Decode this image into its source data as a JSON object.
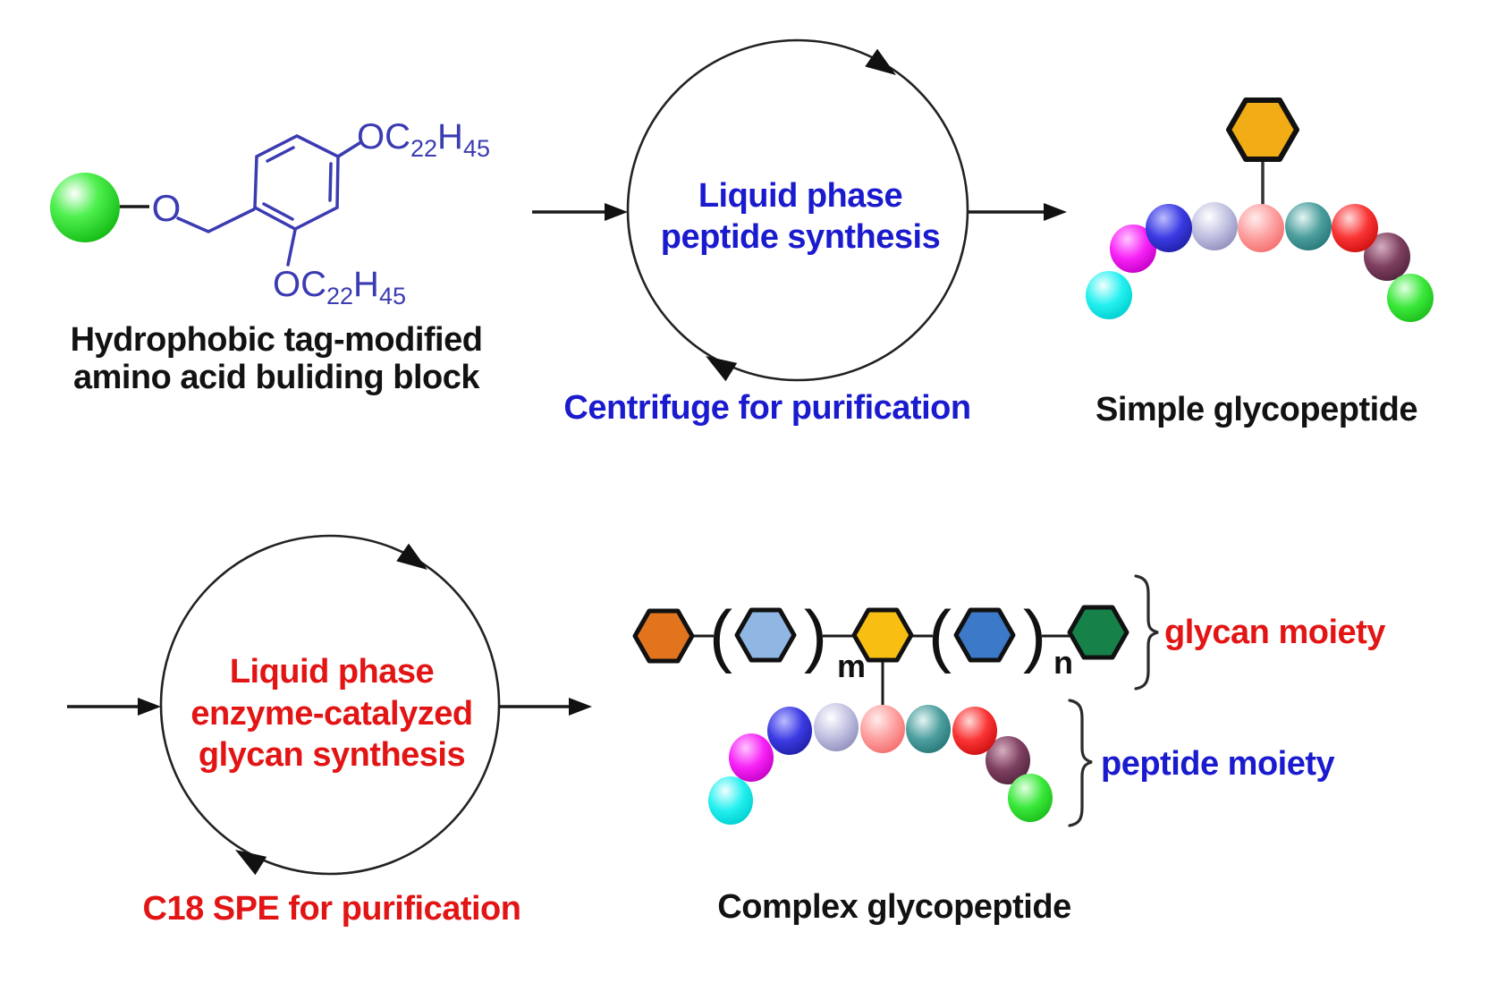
{
  "building_block": {
    "o_label": "O",
    "formula": {
      "pre": "OC",
      "sub1": "22",
      "mid": "H",
      "sub2": "45"
    },
    "caption_line1": "Hydrophobic tag-modified",
    "caption_line2": "amino acid buliding block"
  },
  "cycle_peptide": {
    "line1": "Liquid phase",
    "line2": "peptide synthesis",
    "purification": "Centrifuge for purification"
  },
  "simple_glycopeptide": {
    "caption": "Simple glycopeptide"
  },
  "cycle_glycan": {
    "line1": "Liquid phase",
    "line2": "enzyme-catalyzed",
    "line3": "glycan synthesis",
    "purification": "C18 SPE for purification"
  },
  "complex_glycopeptide": {
    "caption": "Complex glycopeptide",
    "paren_open": "(",
    "paren_close": ")",
    "sub_m": "m",
    "sub_n": "n",
    "glycan_label": "glycan moiety",
    "peptide_label": "peptide moiety"
  },
  "colors": {
    "accent_blue_text": "#1a1ace",
    "accent_red_text": "#e21414",
    "structure_blue": "#3b3bb2",
    "resin_bead_green": "#2fdd2f",
    "simple_hexagon": "#f2ac15",
    "glycan_hexagons": {
      "orange": "#e2741e",
      "light_blue": "#90b6e4",
      "yellow": "#f9be12",
      "blue": "#3c79c8",
      "green": "#168149"
    },
    "peptide_beads": {
      "cyan": "#00e8e8",
      "magenta": "#f71ef7",
      "blue": "#3a3ae2",
      "lavender": "#babadf",
      "pink": "#fc9e9e",
      "teal": "#3f9898",
      "red": "#f62c2c",
      "maroon": "#7a3d5c",
      "green": "#35e635"
    },
    "bead_order": [
      "cyan",
      "magenta",
      "blue",
      "lavender",
      "pink",
      "teal",
      "red",
      "maroon",
      "green"
    ]
  }
}
